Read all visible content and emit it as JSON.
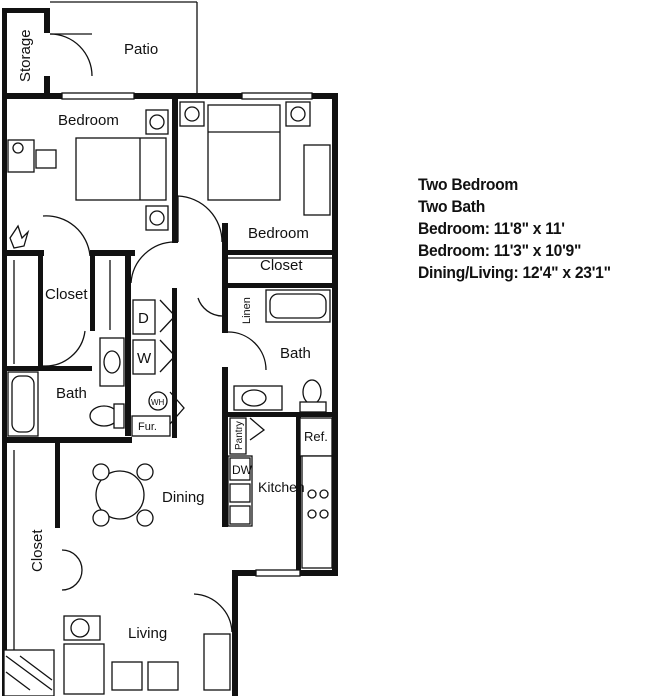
{
  "rooms": {
    "storage": "Storage",
    "patio": "Patio",
    "bedroom_left": "Bedroom",
    "bedroom_right": "Bedroom",
    "closet_right": "Closet",
    "closet_left": "Closet",
    "linen": "Linen",
    "bath_right": "Bath",
    "bath_left": "Bath",
    "dryer": "D",
    "washer": "W",
    "water_heater": "WH",
    "furnace": "Fur.",
    "pantry": "Pantry",
    "refrigerator": "Ref.",
    "dishwasher": "DW",
    "kitchen": "Kitchen",
    "dining": "Dining",
    "closet_living": "Closet",
    "living": "Living"
  },
  "info": {
    "line1": "Two Bedroom",
    "line2": "Two Bath",
    "line3": "Bedroom: 11'8\" x 11'",
    "line4": "Bedroom: 11'3\" x 10'9\"",
    "line5": "Dining/Living: 12'4\" x 23'1\""
  }
}
